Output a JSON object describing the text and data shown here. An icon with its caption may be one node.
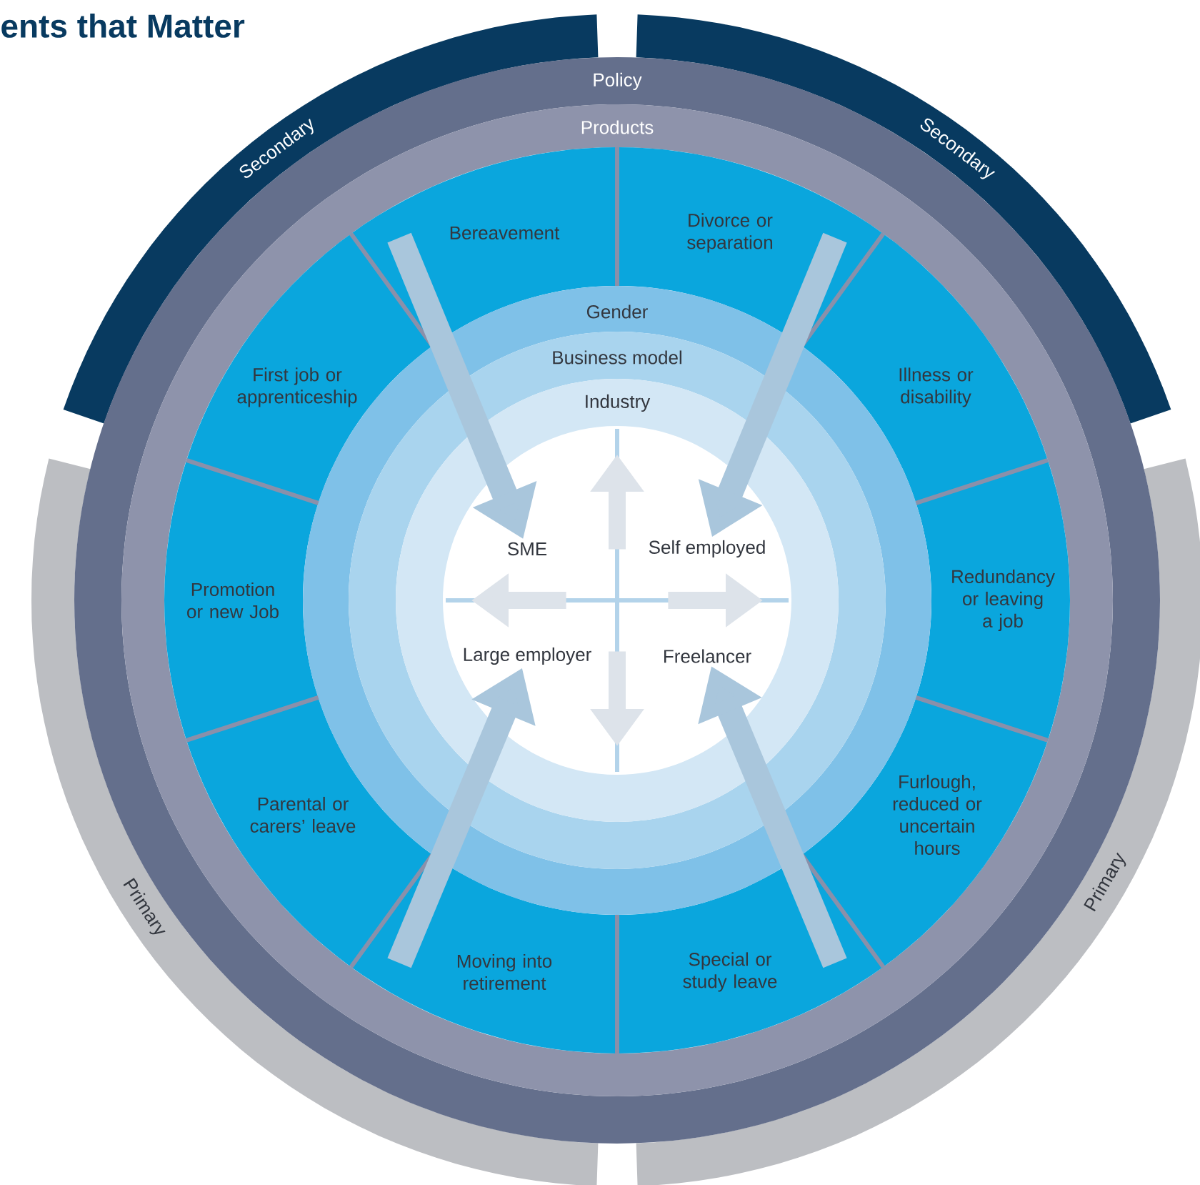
{
  "diagram": {
    "title": "ents that Matter",
    "nodes": [
      {
        "text": [
          "Secondary"
        ]
      },
      {
        "text": [
          "Secondary"
        ]
      },
      {
        "text": [
          "Primary"
        ]
      },
      {
        "text": [
          "Primary"
        ]
      },
      {
        "text": [
          "Policy"
        ]
      },
      {
        "text": [
          "Products"
        ],
        "in": 4
      },
      {
        "text": [
          "Bereavement"
        ],
        "in": 5
      },
      {
        "text": [
          "Divorce or separation"
        ],
        "in": 5
      },
      {
        "text": [
          "Illness or disability"
        ],
        "in": 5
      },
      {
        "text": [
          "Redundancy or leaving a job"
        ],
        "in": 5
      },
      {
        "text": [
          "Furlough, reduced or uncertain hours"
        ],
        "in": 5
      },
      {
        "text": [
          "Special or study leave"
        ],
        "in": 5
      },
      {
        "text": [
          "Moving into retirement"
        ],
        "in": 5
      },
      {
        "text": [
          "Parental or carers’ leave"
        ],
        "in": 5
      },
      {
        "text": [
          "Promotion or new Job"
        ],
        "in": 5
      },
      {
        "text": [
          "First job or apprenticeship"
        ],
        "in": 5
      },
      {
        "text": [
          "Gender"
        ],
        "in": 5
      },
      {
        "text": [
          "Business model"
        ],
        "in": 16
      },
      {
        "text": [
          "Industry"
        ],
        "in": 17
      },
      {
        "text": [
          "SME"
        ],
        "in": 18
      },
      {
        "text": [
          "Self employed"
        ],
        "in": 18
      },
      {
        "text": [
          "Large employer"
        ],
        "in": 18
      },
      {
        "text": [
          "Freelancer"
        ],
        "in": 18
      }
    ],
    "edges": [
      {
        "from": 6,
        "to": 19,
        "arrow": "to"
      },
      {
        "from": 7,
        "to": 20,
        "arrow": "to"
      },
      {
        "from": 12,
        "to": 21,
        "arrow": "to"
      },
      {
        "from": 11,
        "to": 22,
        "arrow": "to"
      }
    ]
  }
}
